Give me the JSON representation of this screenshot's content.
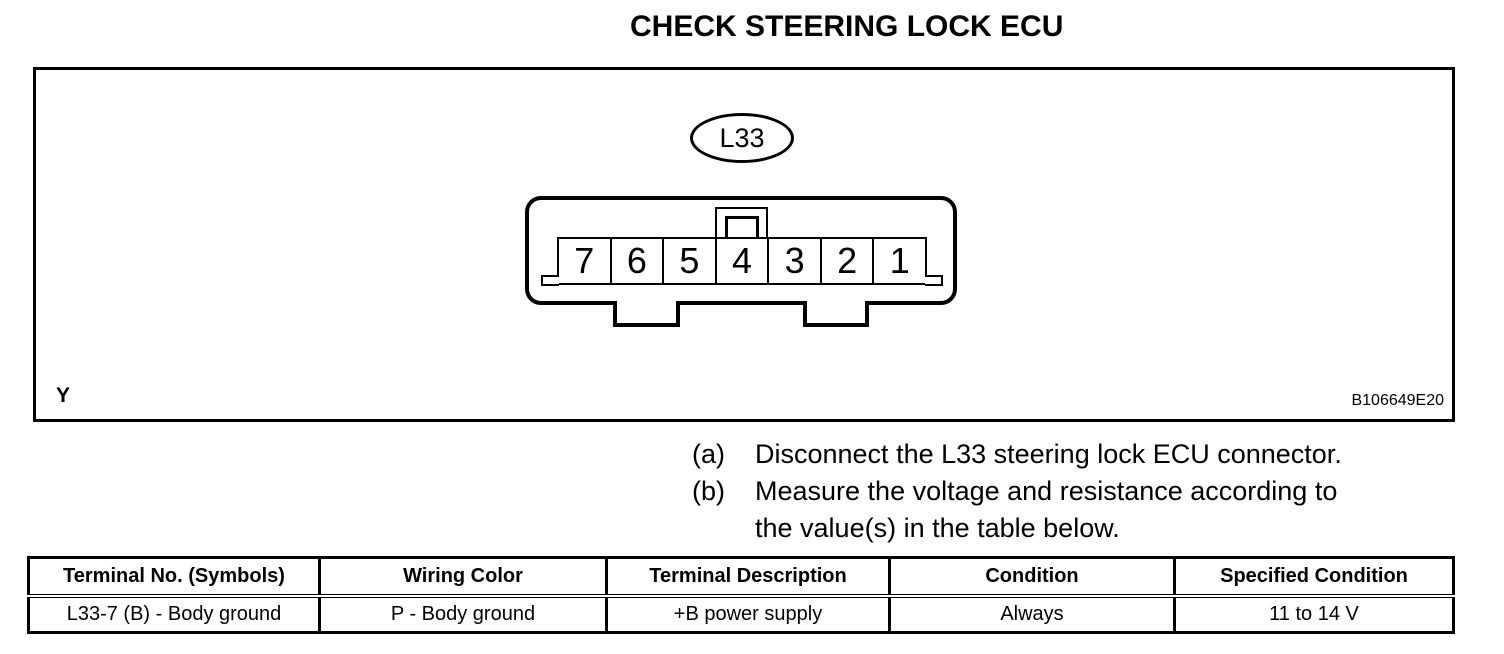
{
  "page": {
    "title": "CHECK STEERING LOCK ECU"
  },
  "figure": {
    "connector_label": "L33",
    "pins": [
      "7",
      "6",
      "5",
      "4",
      "3",
      "2",
      "1"
    ],
    "corner_label": "Y",
    "figure_code": "B106649E20"
  },
  "instructions": {
    "items": [
      {
        "marker": "(a)",
        "lines": [
          "Disconnect the L33 steering lock ECU connector."
        ]
      },
      {
        "marker": "(b)",
        "lines": [
          "Measure the voltage and resistance according to",
          "the value(s) in the table below."
        ]
      }
    ]
  },
  "table": {
    "headers": [
      "Terminal No. (Symbols)",
      "Wiring Color",
      "Terminal Description",
      "Condition",
      "Specified Condition"
    ],
    "rows": [
      [
        "L33-7 (B) - Body ground",
        "P - Body ground",
        "+B power supply",
        "Always",
        "11 to 14 V"
      ]
    ]
  },
  "colors": {
    "ink": "#000000",
    "paper": "#ffffff"
  }
}
